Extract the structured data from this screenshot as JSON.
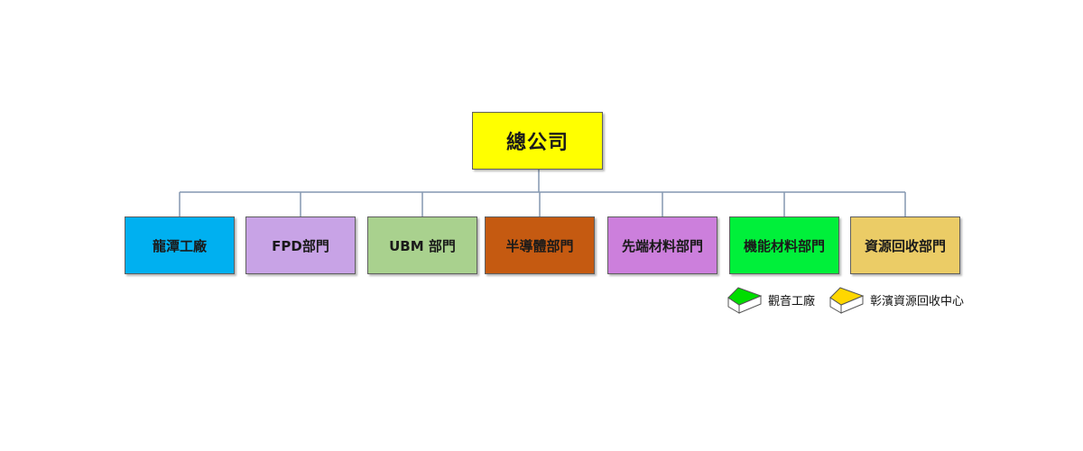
{
  "root": {
    "label": "總公司",
    "color": "#ffff00"
  },
  "departments": [
    {
      "label": "龍潭工廠",
      "color": "#00b0f0"
    },
    {
      "label": "FPD部門",
      "color": "#c8a3e6"
    },
    {
      "label": "UBM 部門",
      "color": "#a9d18e"
    },
    {
      "label": "半導體部門",
      "color": "#c55a11"
    },
    {
      "label": "先端材料部門",
      "color": "#cc7fdc"
    },
    {
      "label": "機能材料部門",
      "color": "#00f03a"
    },
    {
      "label": "資源回收部門",
      "color": "#ebcc66"
    }
  ],
  "legend": [
    {
      "icon": "green-roof-house-icon",
      "color": "#00dd00",
      "label": "觀音工廠"
    },
    {
      "icon": "yellow-roof-house-icon",
      "color": "#ffd700",
      "label": "彰濱資源回收中心"
    }
  ],
  "colors": {
    "connector": "#8497b0"
  }
}
